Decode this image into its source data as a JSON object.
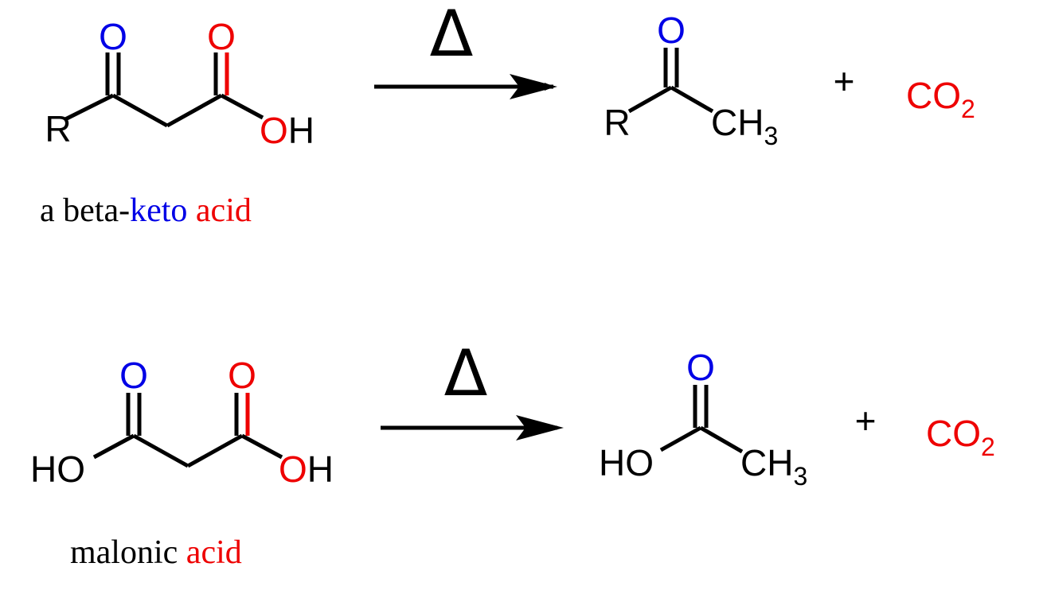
{
  "colors": {
    "black": "#000000",
    "keto_blue": "#0000e6",
    "acid_red": "#ee0000"
  },
  "atoms": {
    "O": "O",
    "R": "R",
    "OH": "OH",
    "O_of_OH": "O",
    "H_of_OH": "H",
    "HO": "HO",
    "C_of_CH3": "CH",
    "H3_sub": "3",
    "CO": "CO",
    "CO_sub": "2",
    "plus": "+",
    "delta": "Δ"
  },
  "reaction1": {
    "caption": {
      "prefix": "a beta-",
      "keto": "keto",
      "space": " ",
      "acid": "acid"
    }
  },
  "reaction2": {
    "caption": {
      "name": "malonic",
      "space": " ",
      "acid": "acid"
    }
  }
}
